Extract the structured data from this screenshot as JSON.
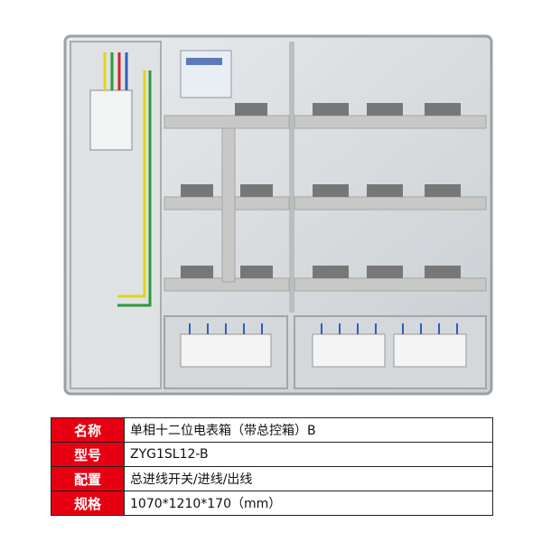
{
  "image": {
    "subject": "meter-box-photo",
    "colors": {
      "enclosure": "#d7dbde",
      "frame": "#bfc4c8",
      "rail": "#c8c9c6",
      "wire_yellow": "#e6d21a",
      "wire_green": "#2a9a3a",
      "wire_red": "#d1262b",
      "wire_blue": "#2f5fb8",
      "accent_red": "#e60012"
    }
  },
  "specs": [
    {
      "label": "名称",
      "value": "单相十二位电表箱（带总控箱）B"
    },
    {
      "label": "型号",
      "value": "ZYG1SL12-B"
    },
    {
      "label": "配置",
      "value": "总进线开关/进线/出线"
    },
    {
      "label": "规格",
      "value": "1070*1210*170（mm）"
    }
  ]
}
